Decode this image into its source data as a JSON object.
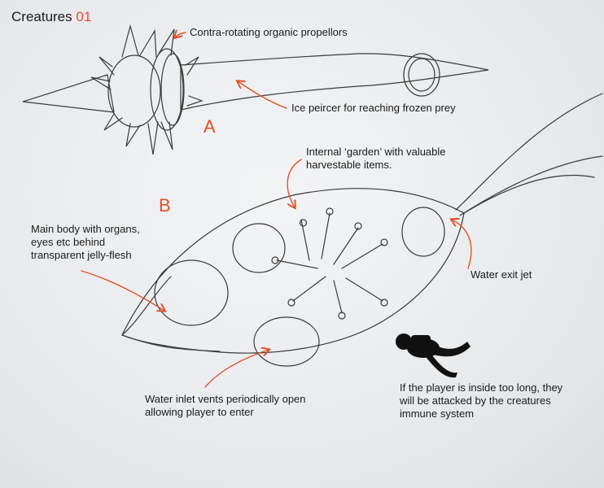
{
  "title": {
    "text": "Creatures",
    "number": "01"
  },
  "labels": {
    "a": "A",
    "b": "B"
  },
  "annotations": {
    "propellors": "Contra-rotating organic propellors",
    "ice_peircer": "Ice peircer for reaching frozen prey",
    "garden": "Internal ‘garden’ with valuable\nharvestable items.",
    "main_body": "Main body with organs,\neyes etc behind\ntransparent jelly-flesh",
    "water_exit": "Water exit jet",
    "water_inlet": "Water inlet vents periodically open\nallowing player to enter",
    "immune": "If the player is inside too long, they\nwill be attacked by the creatures\nimmune system"
  },
  "colors": {
    "accent": "#e0512b",
    "ink": "#1b1b1b",
    "sketch": "#3a3a3a",
    "background": "#e9ebed"
  },
  "icons": [
    "diver-silhouette-icon"
  ]
}
